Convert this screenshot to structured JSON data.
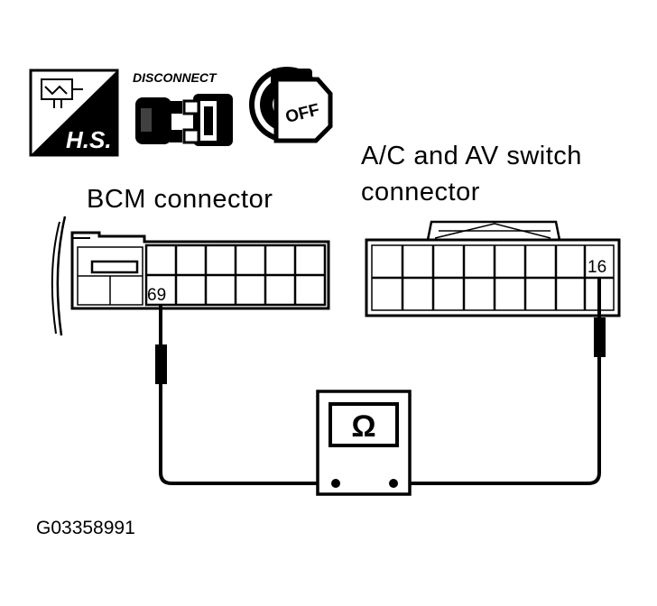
{
  "icons": {
    "hs_label": "H.S.",
    "disconnect_label": "DISCONNECT",
    "ignition_label": "OFF"
  },
  "bcm": {
    "title": "BCM connector",
    "terminal": "69"
  },
  "av_switch": {
    "title_line1": "A/C and AV switch",
    "title_line2": "connector",
    "terminal": "16"
  },
  "meter": {
    "symbol": "Ω"
  },
  "figure_id": "G03358991"
}
